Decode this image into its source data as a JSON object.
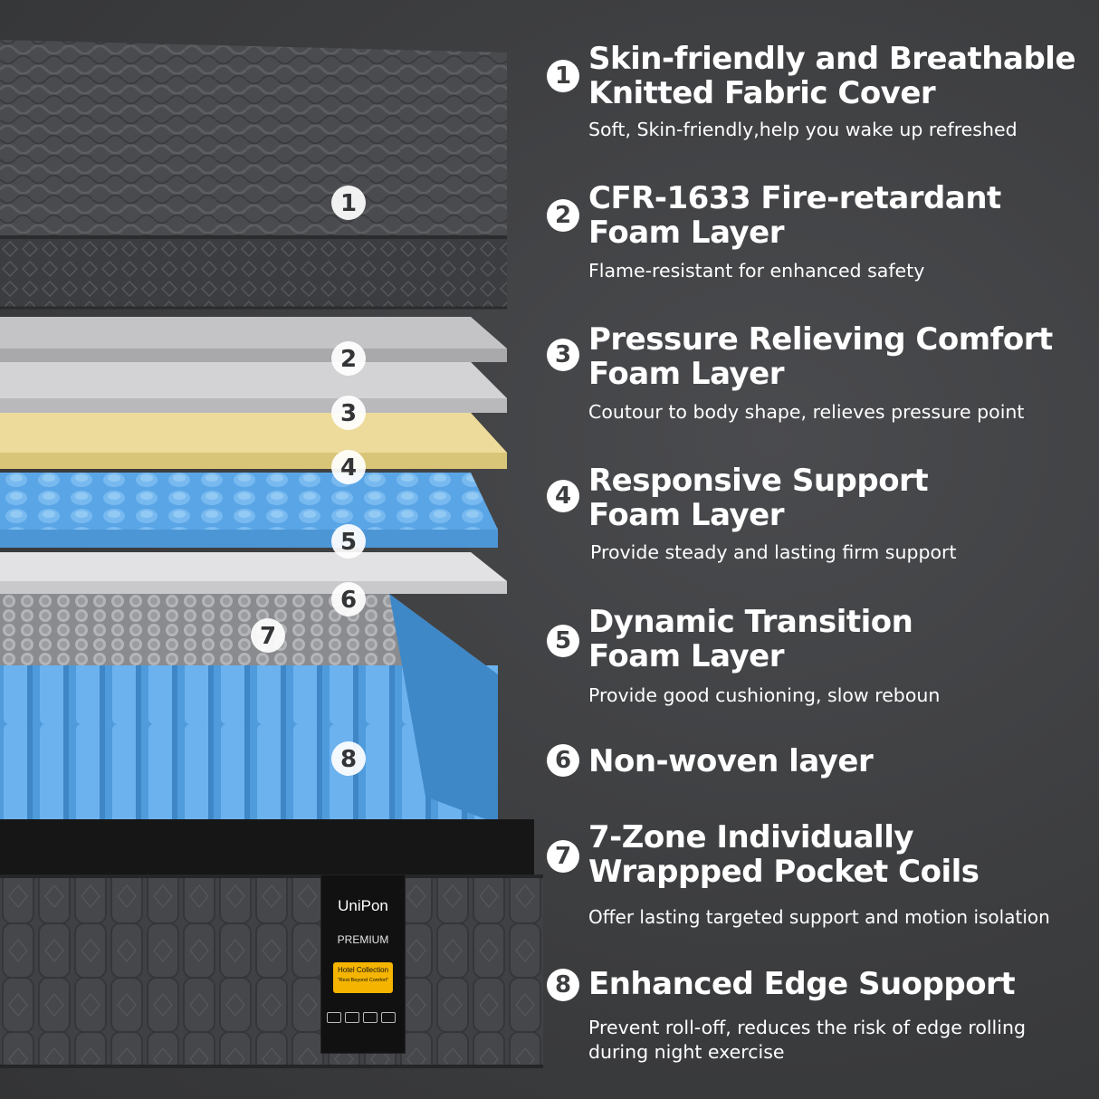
{
  "colors": {
    "background": "#3d3e40",
    "text": "#ffffff",
    "cover": "#48494c",
    "foam_gray": "#b7b7b9",
    "foam_light": "#d6d6d8",
    "foam_yellow": "#e8d68a",
    "foam_blue": "#6aaee6",
    "coil_blue": "#5ea8e8",
    "label_yellow": "#f4b400"
  },
  "layer_markers": [
    "1",
    "2",
    "3",
    "4",
    "5",
    "6",
    "7",
    "8"
  ],
  "features": [
    {
      "number": "1",
      "title_line1": "Skin-friendly and Breathable",
      "title_line2": "Knitted Fabric Cover",
      "description": "Soft, Skin-friendly,help you wake up refreshed"
    },
    {
      "number": "2",
      "title_line1": "CFR-1633 Fire-retardant",
      "title_line2": "Foam Layer",
      "description": "Flame-resistant for enhanced safety"
    },
    {
      "number": "3",
      "title_line1": "Pressure Relieving Comfort",
      "title_line2": "Foam Layer",
      "description": "Coutour to body shape, relieves pressure point"
    },
    {
      "number": "4",
      "title_line1": "Responsive Support",
      "title_line2": "Foam Layer",
      "description": "Provide steady and lasting firm support"
    },
    {
      "number": "5",
      "title_line1": "Dynamic Transition",
      "title_line2": "Foam Layer",
      "description": "Provide good cushioning, slow reboun"
    },
    {
      "number": "6",
      "title_line1": "Non-woven layer",
      "title_line2": "",
      "description": ""
    },
    {
      "number": "7",
      "title_line1": "7-Zone Individually",
      "title_line2": "Wrappped Pocket Coils",
      "description": "Offer lasting targeted support and motion isolation"
    },
    {
      "number": "8",
      "title_line1": "Enhanced Edge Suopport",
      "title_line2": "",
      "description": "Prevent roll-off, reduces the risk of edge rolling during night exercise"
    }
  ],
  "label": {
    "brand": "UniPon",
    "tier": "PREMIUM",
    "badge_line1": "Hotel Collection",
    "badge_line2": "\"Rest Beyond Comfort\"",
    "icon_names": [
      "portability-icon",
      "ventilate-icon",
      "supportive-icon",
      "certificate-icon"
    ]
  }
}
